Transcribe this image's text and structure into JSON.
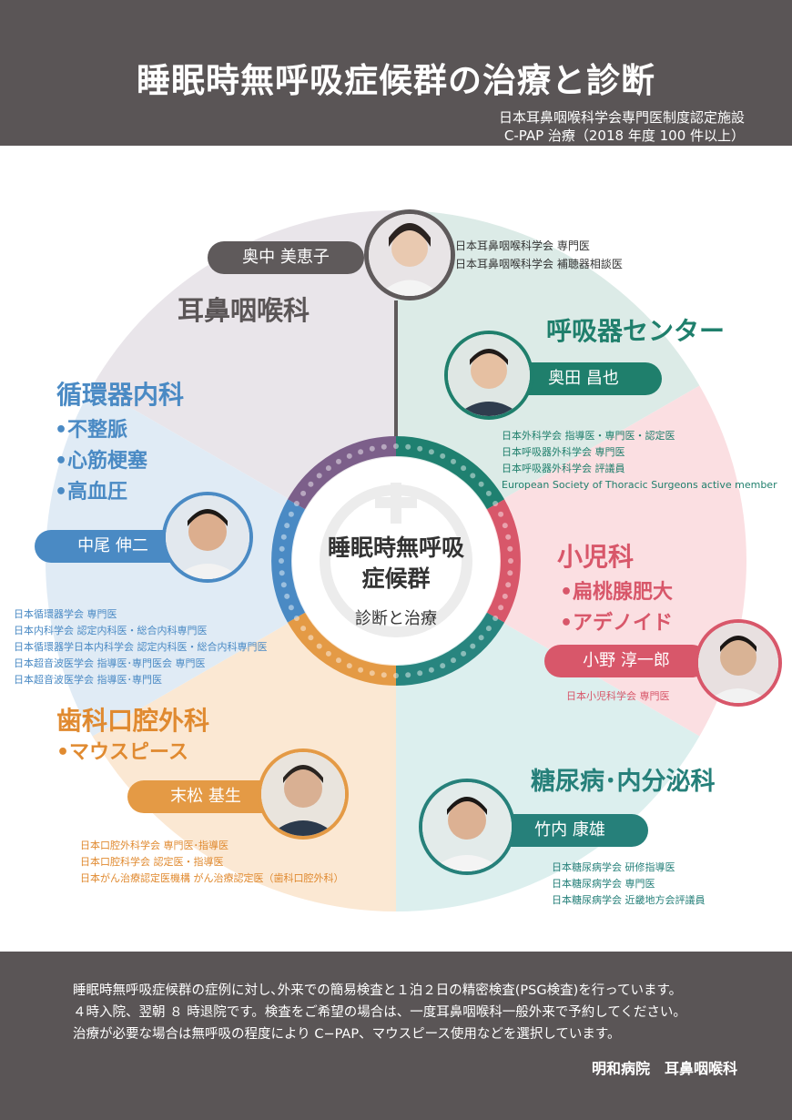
{
  "header": {
    "title": "睡眠時無呼吸症候群の治療と診断",
    "subtitle1": "日本耳鼻咽喉科学会専門医制度認定施設",
    "subtitle2": "C-PAP 治療（2018 年度 100 件以上）"
  },
  "center": {
    "title_line1": "睡眠時無呼吸",
    "title_line2": "症候群",
    "subtitle": "診断と治療"
  },
  "colors": {
    "ent": "#6c6566",
    "respiratory": "#1f7f6c",
    "pediatrics": "#d8576a",
    "diabetes": "#26807a",
    "dental": "#e49a45",
    "cardio": "#4a8ac4"
  },
  "ent": {
    "name": "奥中 美恵子",
    "dept": "耳鼻咽喉科",
    "creds": [
      "日本耳鼻咽喉科学会 専門医",
      "日本耳鼻咽喉科学会 補聴器相談医"
    ]
  },
  "respiratory": {
    "name": "奥田 昌也",
    "dept": "呼吸器センター",
    "creds": [
      "日本外科学会 指導医・専門医・認定医",
      "日本呼吸器外科学会 専門医",
      "日本呼吸器外科学会 評議員",
      "European Society of Thoracic Surgeons active member"
    ]
  },
  "cardio": {
    "name": "中尾 伸二",
    "dept": "循環器内科",
    "bullets": [
      "•不整脈",
      "•心筋梗塞",
      "•高血圧"
    ],
    "creds": [
      "日本循環器学会 専門医",
      "日本内科学会 認定内科医・総合内科専門医",
      "日本循環器学日本内科学会 認定内科医・総合内科専門医",
      "日本超音波医学会 指導医･専門医会 専門医",
      "日本超音波医学会 指導医･専門医"
    ]
  },
  "pediatrics": {
    "name": "小野 淳一郎",
    "dept": "小児科",
    "bullets": [
      "•扁桃腺肥大",
      "•アデノイド"
    ],
    "creds": [
      "日本小児科学会 専門医"
    ]
  },
  "dental": {
    "name": "末松 基生",
    "dept": "歯科口腔外科",
    "bullets": [
      "•マウスピース"
    ],
    "creds": [
      "日本口腔外科学会 専門医･指導医",
      "日本口腔科学会 認定医・指導医",
      "日本がん治療認定医機構 がん治療認定医（歯科口腔外科）"
    ]
  },
  "diabetes": {
    "name": "竹内 康雄",
    "dept": "糖尿病･内分泌科",
    "creds": [
      "日本糖尿病学会 研修指導医",
      "日本糖尿病学会 専門医",
      "日本糖尿病学会 近畿地方会評議員"
    ]
  },
  "footer": {
    "line1": "睡眠時無呼吸症候群の症例に対し､外来での簡易検査と１泊２日の精密検査(PSG検査)を行っています。",
    "line2": "４時入院、翌朝 ８ 時退院です。検査をご希望の場合は、一度耳鼻咽喉科一般外来で予約してください。",
    "line3": "治療が必要な場合は無呼吸の程度により C−PAP、マウスピース使用などを選択しています。",
    "hospital": "明和病院　耳鼻咽喉科"
  }
}
